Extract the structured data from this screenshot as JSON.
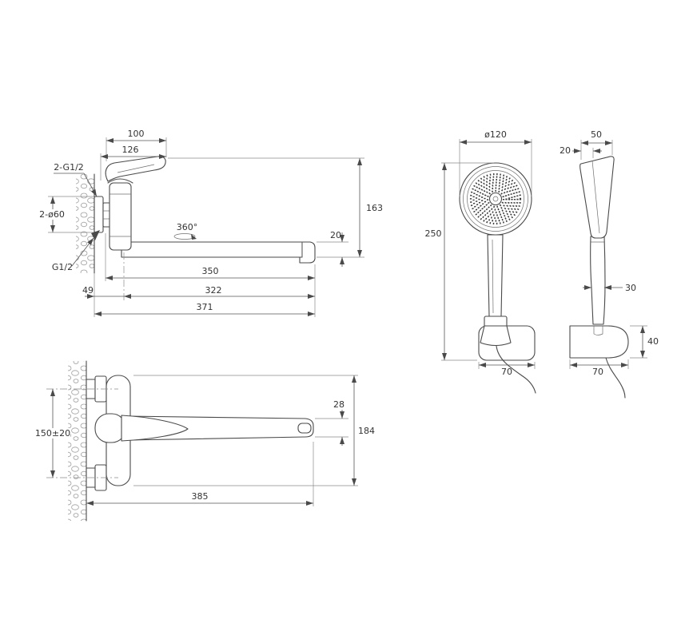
{
  "faucet_side": {
    "dims": {
      "handle_width": "100",
      "body_width": "126",
      "supply_thread": "2-G1/2",
      "escutcheon_diameter": "2-ø60",
      "outlet_thread": "G1/2",
      "overall_height": "163",
      "spout_height": "20",
      "swivel_angle": "360°",
      "spout_reach": "350",
      "wall_offset": "49",
      "center_reach": "322",
      "overall_reach": "371"
    }
  },
  "shower_front": {
    "dims": {
      "head_diameter": "ø120",
      "overall_height": "250",
      "bracket_width": "70"
    }
  },
  "shower_side": {
    "dims": {
      "head_depth": "50",
      "top_depth": "20",
      "handle_depth": "30",
      "bracket_height": "40",
      "bracket_depth": "70"
    }
  },
  "faucet_top": {
    "dims": {
      "supply_centers": "150±20",
      "spout_tip_width": "28",
      "body_length": "184",
      "overall_length": "385"
    }
  }
}
